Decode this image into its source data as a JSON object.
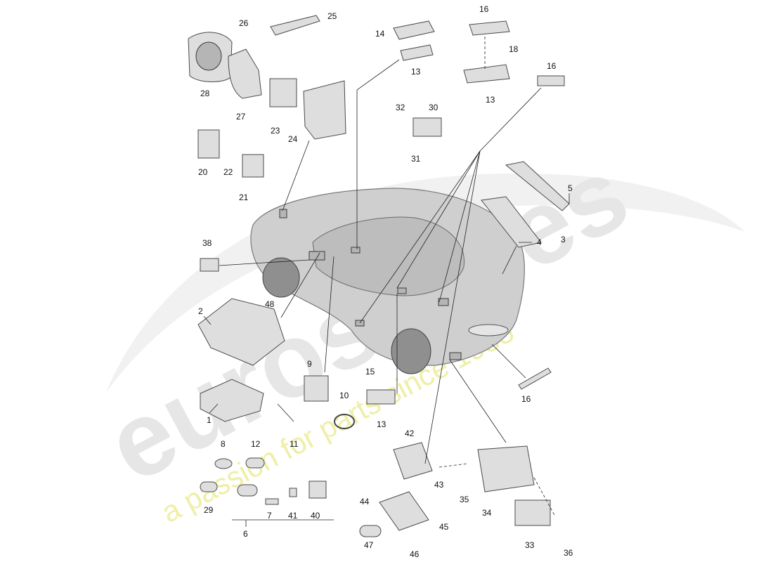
{
  "watermark": {
    "brand": "eurospares",
    "tagline": "a passion for parts since 1985"
  },
  "callouts": [
    {
      "id": "c1",
      "label": "1"
    },
    {
      "id": "c2",
      "label": "2"
    },
    {
      "id": "c3",
      "label": "3"
    },
    {
      "id": "c4",
      "label": "4"
    },
    {
      "id": "c5",
      "label": "5"
    },
    {
      "id": "c6",
      "label": "6"
    },
    {
      "id": "c7",
      "label": "7"
    },
    {
      "id": "c8",
      "label": "8"
    },
    {
      "id": "c9",
      "label": "9"
    },
    {
      "id": "c10",
      "label": "10"
    },
    {
      "id": "c11",
      "label": "11"
    },
    {
      "id": "c12",
      "label": "12"
    },
    {
      "id": "c13a",
      "label": "13"
    },
    {
      "id": "c13b",
      "label": "13"
    },
    {
      "id": "c13c",
      "label": "13"
    },
    {
      "id": "c14",
      "label": "14"
    },
    {
      "id": "c15",
      "label": "15"
    },
    {
      "id": "c16a",
      "label": "16"
    },
    {
      "id": "c16b",
      "label": "16"
    },
    {
      "id": "c16c",
      "label": "16"
    },
    {
      "id": "c18",
      "label": "18"
    },
    {
      "id": "c20",
      "label": "20"
    },
    {
      "id": "c21",
      "label": "21"
    },
    {
      "id": "c22",
      "label": "22"
    },
    {
      "id": "c23",
      "label": "23"
    },
    {
      "id": "c24",
      "label": "24"
    },
    {
      "id": "c25",
      "label": "25"
    },
    {
      "id": "c26",
      "label": "26"
    },
    {
      "id": "c27",
      "label": "27"
    },
    {
      "id": "c28",
      "label": "28"
    },
    {
      "id": "c29",
      "label": "29"
    },
    {
      "id": "c30",
      "label": "30"
    },
    {
      "id": "c31",
      "label": "31"
    },
    {
      "id": "c32",
      "label": "32"
    },
    {
      "id": "c33",
      "label": "33"
    },
    {
      "id": "c34",
      "label": "34"
    },
    {
      "id": "c35",
      "label": "35"
    },
    {
      "id": "c36",
      "label": "36"
    },
    {
      "id": "c38",
      "label": "38"
    },
    {
      "id": "c40",
      "label": "40"
    },
    {
      "id": "c41",
      "label": "41"
    },
    {
      "id": "c42",
      "label": "42"
    },
    {
      "id": "c43",
      "label": "43"
    },
    {
      "id": "c44",
      "label": "44"
    },
    {
      "id": "c45",
      "label": "45"
    },
    {
      "id": "c46",
      "label": "46"
    },
    {
      "id": "c47",
      "label": "47"
    },
    {
      "id": "c48",
      "label": "48"
    }
  ]
}
